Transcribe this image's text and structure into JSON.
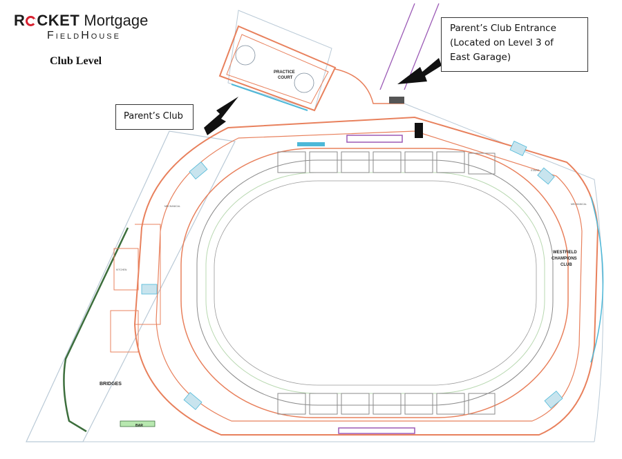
{
  "logo": {
    "brand_part1": "R",
    "brand_part2": "CKET",
    "brand_part3": " Mortgage",
    "subtitle": "FieldHouse"
  },
  "level_title": "Club Level",
  "callouts": {
    "parents_club": "Parent’s Club",
    "entrance_line1": "Parent’s Club Entrance",
    "entrance_line2": "(Located on Level 3 of",
    "entrance_line3": "East Garage)"
  },
  "map_labels": {
    "practice_court_line1": "PRACTICE",
    "practice_court_line2": "COURT",
    "westfield_line1": "WESTFIELD",
    "westfield_line2": "CHAMPIONS",
    "westfield_line3": "CLUB",
    "bridges": "BRIDGES",
    "bar": "BAR",
    "mechanical": "MECHANICAL",
    "stairs": "STAIRS",
    "kitchen": "KITCHEN"
  },
  "colors": {
    "wall_orange": "#e8805c",
    "suite_gray": "#8a8a8a",
    "accent_cyan": "#4db8d8",
    "accent_purple": "#9b59b6",
    "path_green": "#3c6e3c",
    "arrow_black": "#111111",
    "logo_red": "#d7202f"
  }
}
